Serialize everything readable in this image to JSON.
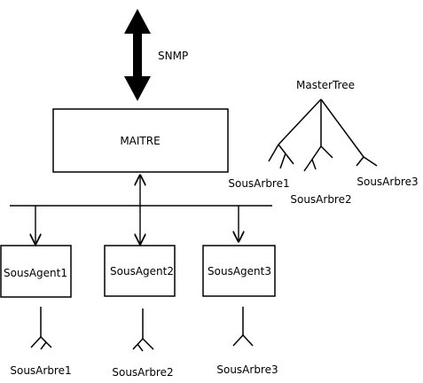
{
  "snmp_label": "SNMP",
  "master": {
    "label": "MAITRE"
  },
  "master_tree": {
    "title": "MasterTree",
    "branches": [
      "SousArbre1",
      "SousArbre2",
      "SousArbre3"
    ]
  },
  "agents": [
    {
      "label": "SousAgent1",
      "subtree": "SousArbre1"
    },
    {
      "label": "SousAgent2",
      "subtree": "SousArbre2"
    },
    {
      "label": "SousAgent3",
      "subtree": "SousArbre3"
    }
  ],
  "colors": {
    "stroke": "#000000",
    "background": "#ffffff"
  }
}
